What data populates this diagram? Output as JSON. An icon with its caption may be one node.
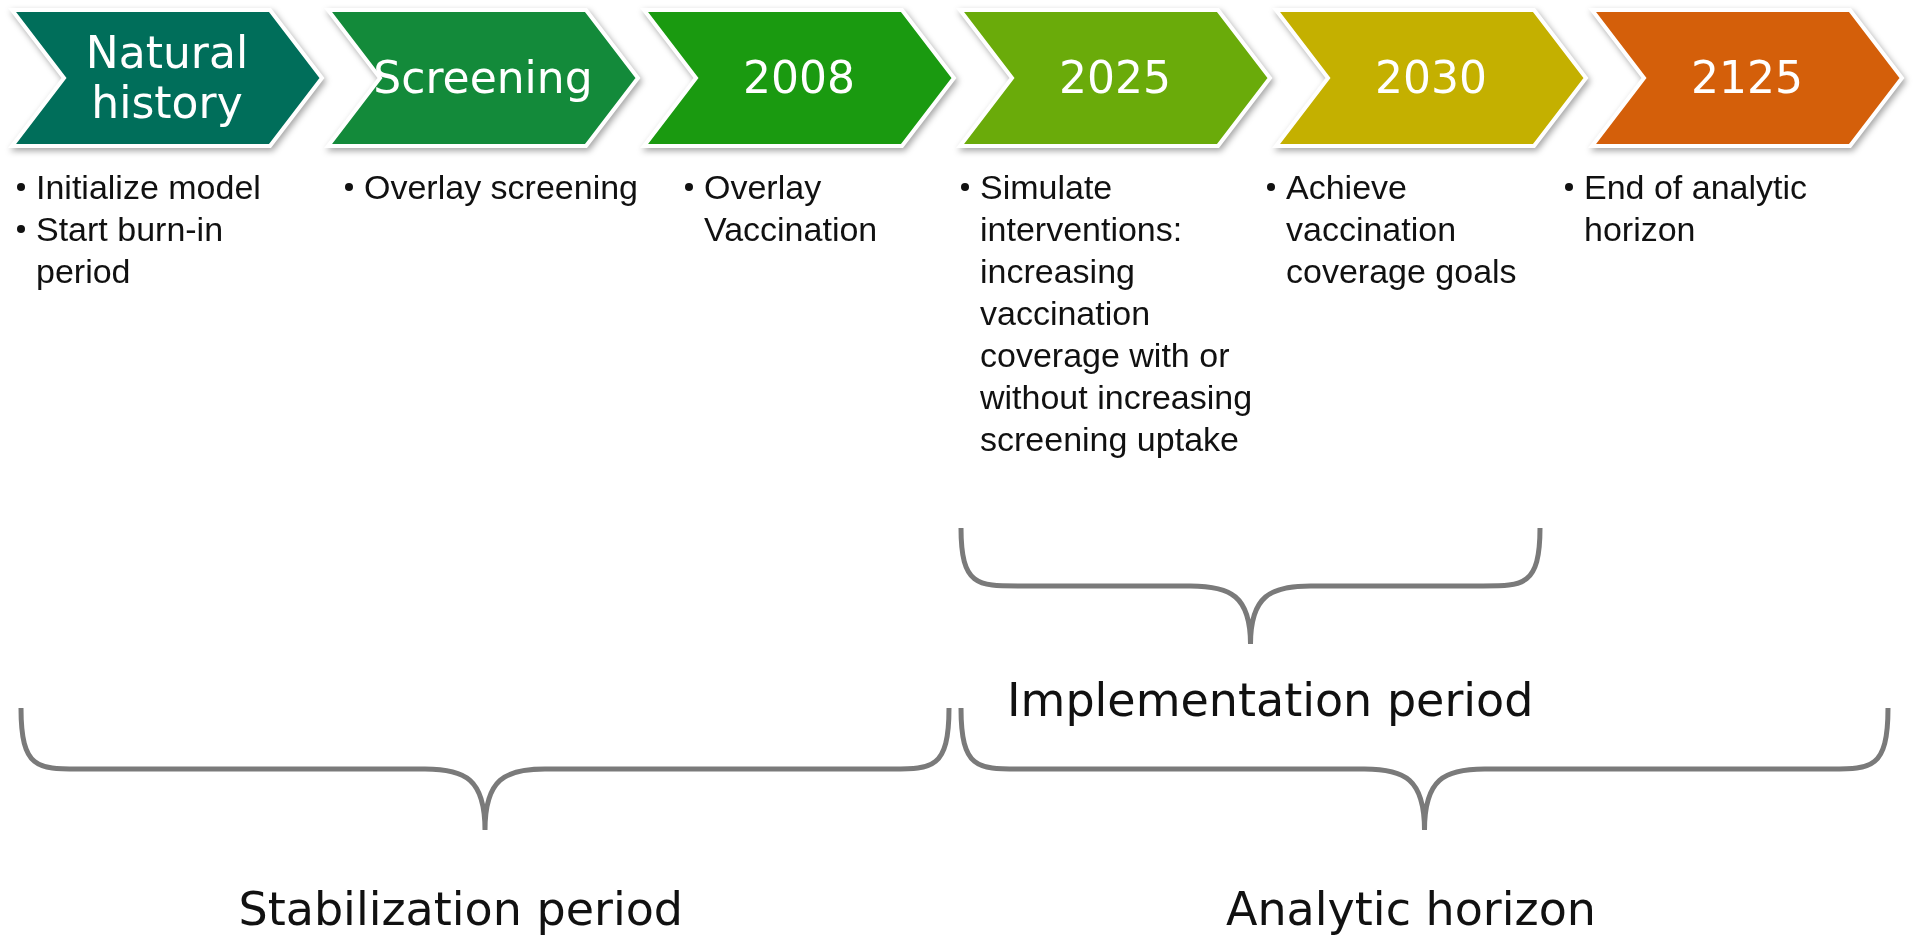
{
  "diagram": {
    "nodes": [
      {
        "text": [
          "Natural history"
        ],
        "beside": [
          "Initialize model",
          "Start burn-in period"
        ]
      },
      {
        "text": [
          "Screening"
        ],
        "beside": [
          "Overlay screening"
        ]
      },
      {
        "text": [
          "2008"
        ],
        "beside": [
          "Overlay Vaccination"
        ]
      },
      {
        "text": [
          "2025"
        ],
        "beside": [
          "Simulate interventions: increasing vaccination coverage with or without increasing screening uptake"
        ]
      },
      {
        "text": [
          "2030"
        ],
        "beside": [
          "Achieve vaccination coverage goals"
        ]
      },
      {
        "text": [
          "2125"
        ],
        "beside": [
          "End of analytic horizon"
        ]
      }
    ],
    "edges": [],
    "labels": [
      "Implementation period",
      "Stabilization period",
      "Analytic horizon"
    ]
  }
}
